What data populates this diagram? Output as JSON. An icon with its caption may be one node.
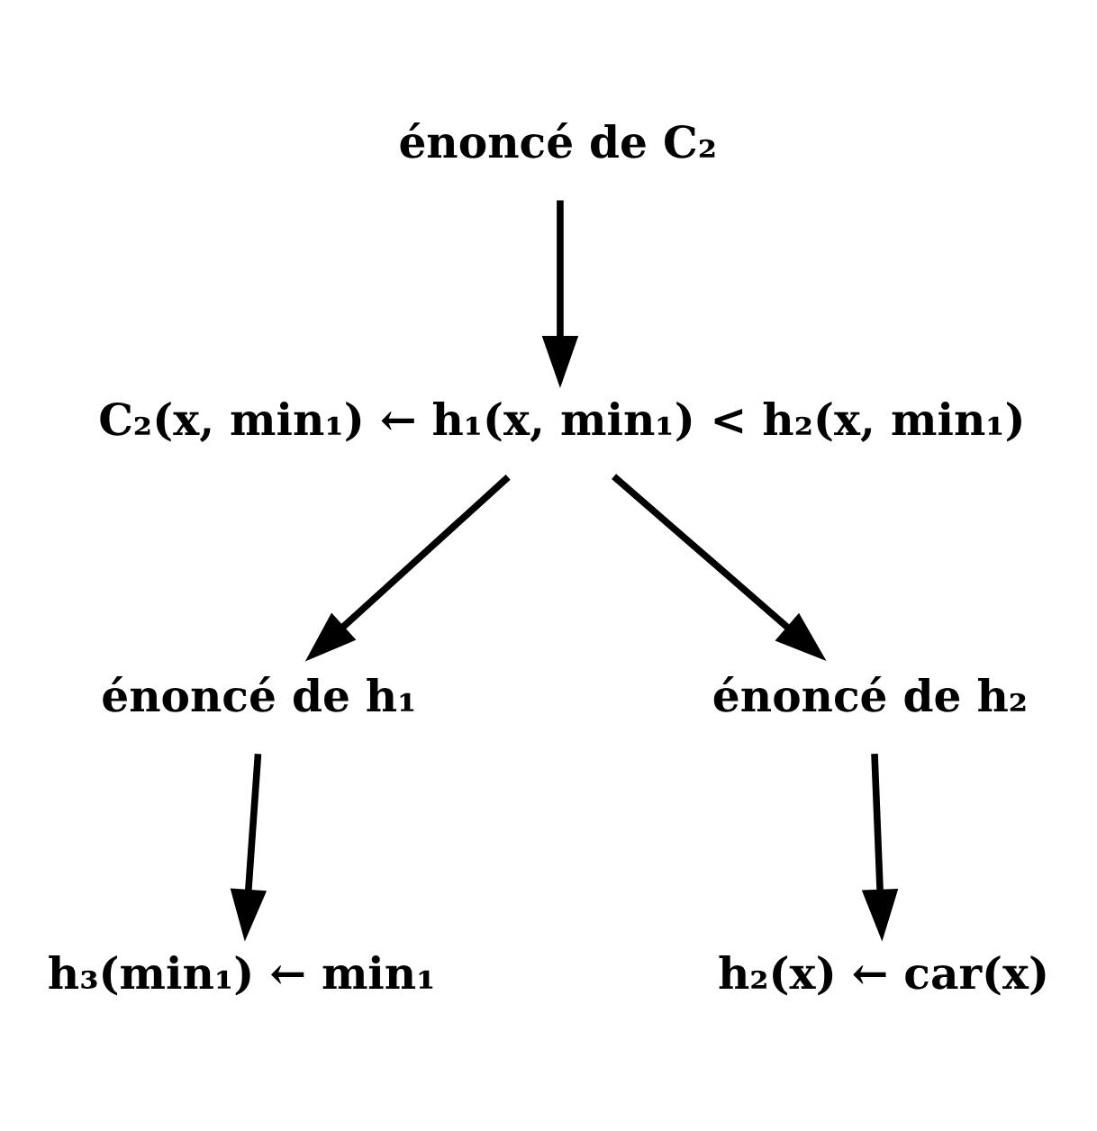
{
  "diagram": {
    "nodes": [
      {
        "text": [
          "énoncé de C₂"
        ]
      },
      {
        "text": [
          "C₂(x, min₁) ← h₁(x, min₁) < h₂(x, min₁)"
        ]
      },
      {
        "text": [
          "énoncé de h₁"
        ]
      },
      {
        "text": [
          "énoncé de h₂"
        ]
      },
      {
        "text": [
          "h₃(min₁) ← min₁"
        ]
      },
      {
        "text": [
          "h₂(x) ← car(x)"
        ]
      }
    ],
    "edges": [
      {
        "from": 0,
        "to": 1,
        "arrow": "to"
      },
      {
        "from": 1,
        "to": 2,
        "arrow": "to"
      },
      {
        "from": 1,
        "to": 3,
        "arrow": "to"
      },
      {
        "from": 2,
        "to": 4,
        "arrow": "to"
      },
      {
        "from": 3,
        "to": 5,
        "arrow": "to"
      }
    ]
  }
}
